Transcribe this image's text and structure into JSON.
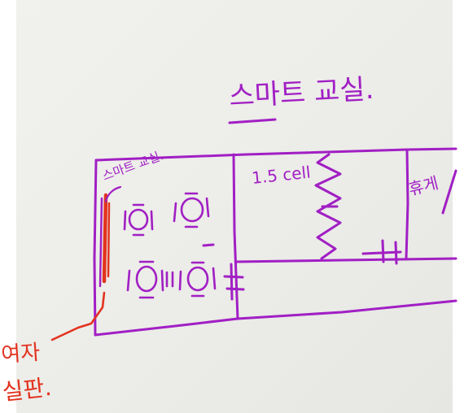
{
  "title": "스마트 교실.",
  "room_label": "스마트 교실.",
  "middle_label": "1.5 cell",
  "right_label": "휴게",
  "annotation_line1": "여자",
  "annotation_line2": "실판.",
  "colors": {
    "board": "#eeeeea",
    "marker_purple": "#a11fc4",
    "marker_red": "#e2331f"
  }
}
